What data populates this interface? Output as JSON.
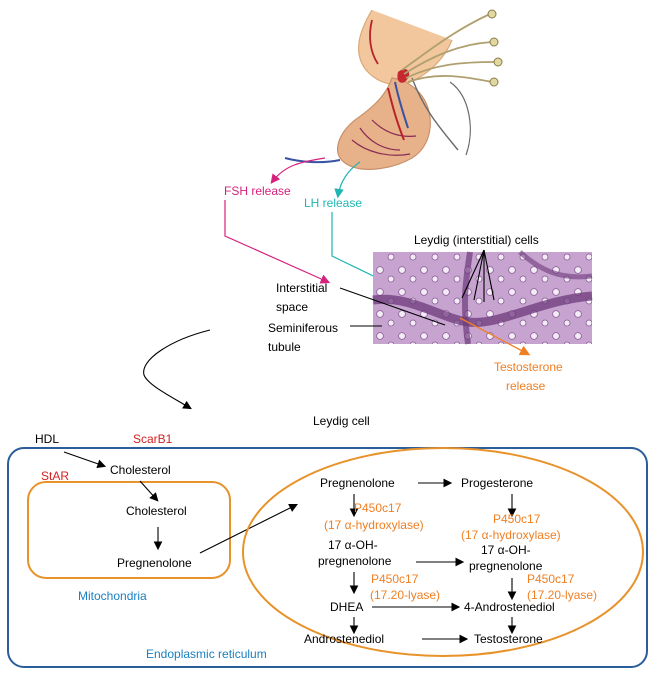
{
  "hormones": {
    "fsh_release": "FSH release",
    "lh_release": "LH release",
    "testosterone_line1": "Testosterone",
    "testosterone_line2": "release"
  },
  "histology": {
    "leydig_cells_label": "Leydig (interstitial) cells",
    "interstitial_line1": "Interstitial",
    "interstitial_line2": "space",
    "seminiferous_line1": "Seminiferous",
    "seminiferous_line2": "tubule"
  },
  "cell": {
    "title": "Leydig cell",
    "hdl": "HDL",
    "scarb1": "ScarB1",
    "star": "StAR",
    "cholesterol_outer": "Cholesterol",
    "mitochondria": {
      "label": "Mitochondria",
      "cholesterol": "Cholesterol",
      "pregnenolone": "Pregnenolone"
    },
    "er": {
      "label": "Endoplasmic reticulum",
      "pregnenolone": "Pregnenolone",
      "progesterone": "Progesterone",
      "enzyme_1a": "P450c17",
      "enzyme_1b": "(17 α-hydroxylase)",
      "enzyme_2a": "P450c17",
      "enzyme_2b": "(17 α-hydroxylase)",
      "oh_preg_l_1": "17 α-OH-",
      "oh_preg_l_2": "pregnenolone",
      "oh_preg_r_1": "17 α-OH-",
      "oh_preg_r_2": "pregnenolone",
      "enzyme_3a": "P450c17",
      "enzyme_3b": "(17.20-lyase)",
      "enzyme_4a": "P450c17",
      "enzyme_4b": "(17.20-lyase)",
      "dhea": "DHEA",
      "androstenediol_4": "4-Androstenediol",
      "androstenediol": "Androstenediol",
      "testosterone": "Testosterone"
    }
  },
  "colors": {
    "fsh": "#d6217e",
    "lh": "#1fb5b5",
    "testosterone": "#f07f22",
    "enzyme": "#f07f22",
    "red_label": "#d42020",
    "blue_label": "#1a7fc1",
    "cell_border": "#2b5d9b",
    "organelle_border": "#e8922a"
  }
}
